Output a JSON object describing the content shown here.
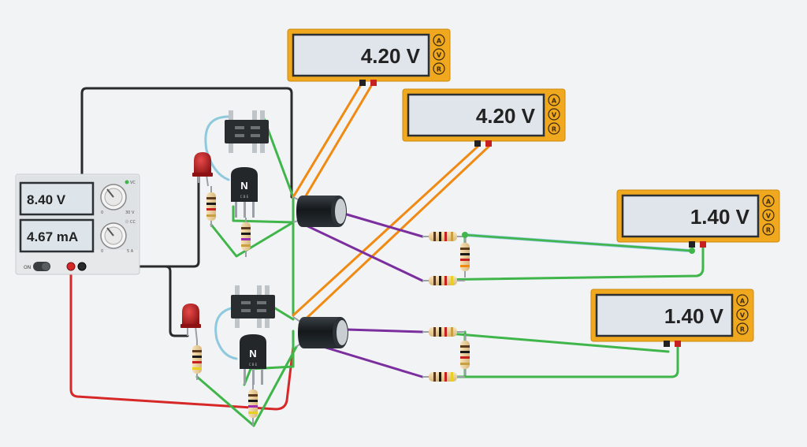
{
  "power_supply": {
    "voltage_display": "8.40 V",
    "current_display": "4.67 mA",
    "power_label": "ON",
    "voltage_knob_min": "0",
    "voltage_knob_max": "30 V",
    "current_knob_min": "0",
    "current_knob_max": "5 A",
    "cv_label": "VC",
    "cc_label": "CC"
  },
  "multimeters": [
    {
      "reading": "4.20 V",
      "modes": [
        "A",
        "V",
        "R"
      ]
    },
    {
      "reading": "4.20 V",
      "modes": [
        "A",
        "V",
        "R"
      ]
    },
    {
      "reading": "1.40 V",
      "modes": [
        "A",
        "V",
        "R"
      ]
    },
    {
      "reading": "1.40 V",
      "modes": [
        "A",
        "V",
        "R"
      ]
    }
  ],
  "transistors": [
    {
      "type_letter": "N",
      "pins": "C B E"
    },
    {
      "type_letter": "N",
      "pins": "C B E"
    }
  ],
  "colors": {
    "meter_body": "#f0a81e",
    "meter_screen": "#dfe5ea",
    "wire_black": "#2a2a2a",
    "wire_red": "#d62828",
    "wire_green": "#3fb54a",
    "wire_orange": "#f08a13",
    "wire_purple": "#7b2e9e",
    "wire_lightblue": "#8ec9dd",
    "led_red": "#b3191c",
    "capacitor": "#1f2326"
  }
}
